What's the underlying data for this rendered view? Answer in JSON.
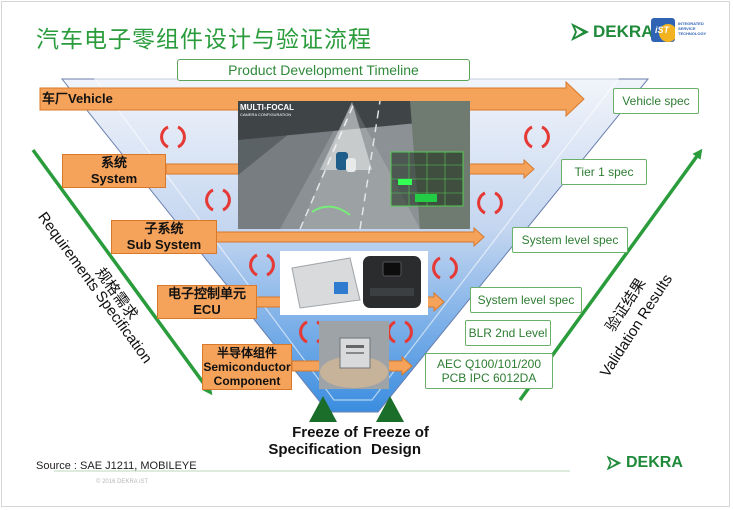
{
  "title": "汽车电子零组件设计与验证流程",
  "timeline_label": "Product Development Timeline",
  "levels": [
    {
      "line1": "车厂Vehicle",
      "line2": ""
    },
    {
      "line1": "系统",
      "line2": "System"
    },
    {
      "line1": "子系统",
      "line2": "Sub System"
    },
    {
      "line1": "电子控制单元",
      "line2": "ECU"
    },
    {
      "line1": "半导体组件",
      "line2": "Semiconductor Component"
    }
  ],
  "specs": [
    {
      "line1": "Vehicle spec",
      "line2": ""
    },
    {
      "line1": "Tier 1 spec",
      "line2": ""
    },
    {
      "line1": "System level spec",
      "line2": ""
    },
    {
      "line1": "System level spec",
      "line2": ""
    },
    {
      "line1": "BLR 2nd Level",
      "line2": ""
    },
    {
      "line1": "AEC Q100/101/200",
      "line2": "PCB IPC 6012DA"
    }
  ],
  "camera_overlay": {
    "line1": "MULTI-FOCAL",
    "line2": "CAMERA CONFIGURATION"
  },
  "requirements": {
    "cn": "规格需求",
    "en": "Requirements Specification"
  },
  "validation": {
    "cn": "验证结果",
    "en": "Validation Results"
  },
  "freeze_spec": {
    "line1": "Freeze of",
    "line2": "Specification"
  },
  "freeze_design": {
    "line1": "Freeze of",
    "line2": "Design"
  },
  "source": "Source : SAE J1211, MOBILEYE",
  "copyright": "© 2016 DEKRA iST",
  "logo": {
    "brand": "DEKRA",
    "tagline_1": "INTEGRATED",
    "tagline_2": "SERVICE",
    "tagline_3": "TECHNOLOGY",
    "badge": "iST"
  },
  "colors": {
    "green": "#2a9c3c",
    "orange": "#f5a25a",
    "orange_border": "#d7782a",
    "blue_top": "#e6ecf6",
    "blue_bottom": "#3d8fe0"
  }
}
